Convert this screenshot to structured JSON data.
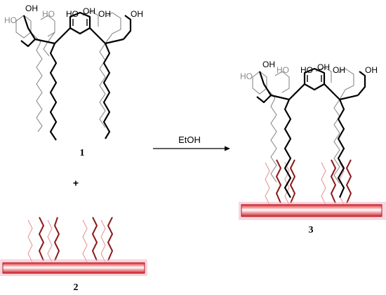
{
  "compounds": {
    "c1": "1",
    "c2": "2",
    "c3": "3"
  },
  "plus": "+",
  "reagent": "EtOH",
  "oh": "OH",
  "ho": "HO",
  "colors": {
    "bond_dark": "#000000",
    "bond_gray": "#8a8a8a",
    "chain_dark_red": "#8b1a1a",
    "chain_light_red": "#e8a0a0",
    "substrate_red": "#e0252a",
    "substrate_glow": "#f6b4c8"
  }
}
